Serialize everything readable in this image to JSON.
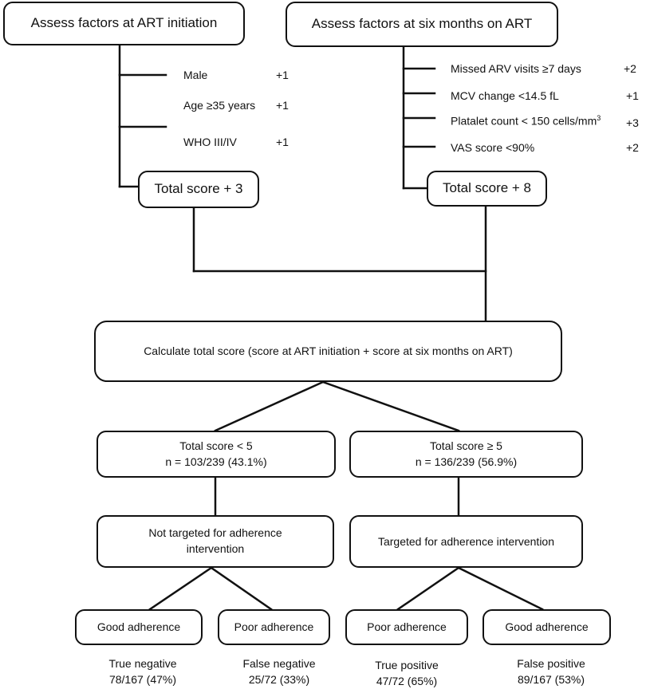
{
  "left_header": "Assess factors at ART initiation",
  "right_header": "Assess factors at six months on ART",
  "left_factors": [
    {
      "label": "Male",
      "points": "+1"
    },
    {
      "label": "Age ≥35 years",
      "points": "+1"
    },
    {
      "label": "WHO III/IV",
      "points": "+1"
    }
  ],
  "right_factors": [
    {
      "label": "Missed ARV visits  ≥7 days",
      "points": "+2"
    },
    {
      "label": "MCV change <14.5 fL",
      "points": "+1"
    },
    {
      "label": "Platalet count < 150 cells/mm",
      "sup": "3",
      "points": "+3"
    },
    {
      "label": "VAS score   <90%",
      "points": "+2"
    }
  ],
  "left_total": "Total score + 3",
  "right_total": "Total score + 8",
  "calc": "Calculate total score (score at ART initiation + score at six months on ART)",
  "low_group": {
    "line1": "Total score < 5",
    "line2": "n = 103/239 (43.1%)"
  },
  "high_group": {
    "line1": "Total score ≥ 5",
    "line2": "n = 136/239 (56.9%)"
  },
  "not_targeted": {
    "line1": "Not targeted for adherence",
    "line2": "intervention"
  },
  "targeted": "Targeted for adherence intervention",
  "outcome_boxes": [
    "Good adherence",
    "Poor adherence",
    "Poor adherence",
    "Good adherence"
  ],
  "outcomes": [
    {
      "label": "True negative",
      "value": "78/167 (47%)"
    },
    {
      "label": "False negative",
      "value": "25/72 (33%)"
    },
    {
      "label": "True positive",
      "value": "47/72 (65%)"
    },
    {
      "label": "False positive",
      "value": "89/167 (53%)"
    }
  ]
}
